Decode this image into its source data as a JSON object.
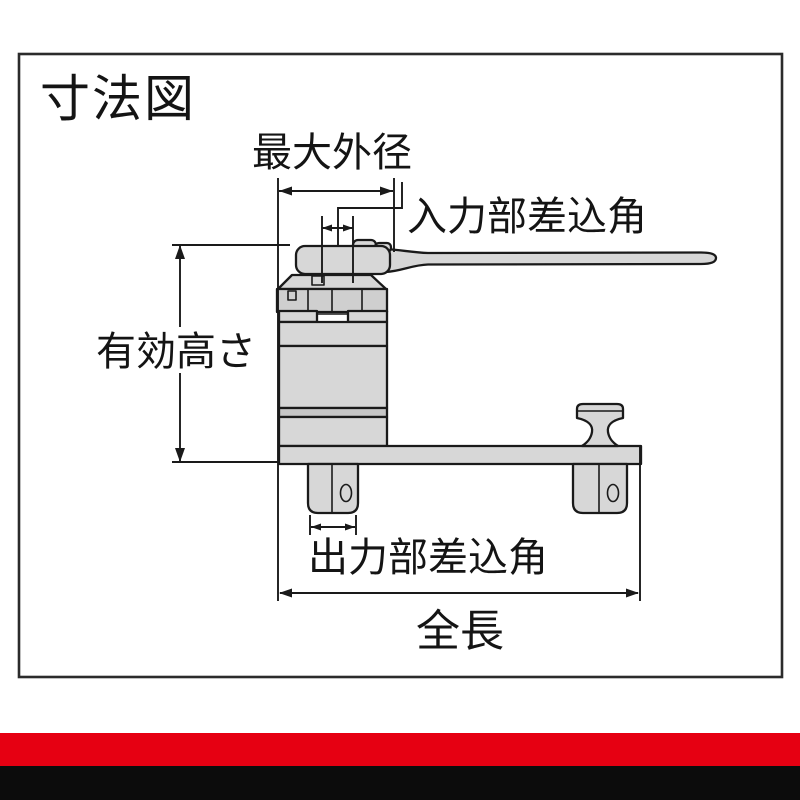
{
  "diagram": {
    "title": "寸法図",
    "labels": {
      "max_outer_diameter": "最大外径",
      "input_drive_square": "入力部差込角",
      "effective_height": "有効高さ",
      "output_drive_square": "出力部差込角",
      "overall_length": "全長"
    }
  },
  "colors": {
    "outline": "#1a1a1a",
    "frame_border": "#2b2b2b",
    "paper": "#ffffff",
    "metal": "#d7d7d7",
    "metal_mid": "#cfcfcf",
    "metal_dark": "#c6c6c6",
    "hole": "#efefef",
    "red_band": "#e60012",
    "black_band": "#0c0c0c"
  }
}
